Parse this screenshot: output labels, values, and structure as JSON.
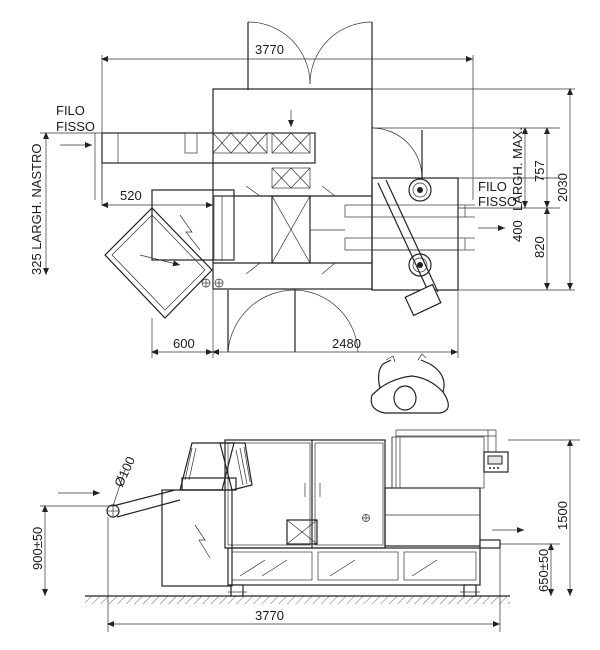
{
  "top_view": {
    "dim_total_width": "3770",
    "dim_520": "520",
    "dim_600": "600",
    "dim_2480": "2480",
    "dim_757": "757",
    "dim_820": "820",
    "dim_2030": "2030",
    "dim_400": "400",
    "label_fixed_wire_left_1": "FILO",
    "label_fixed_wire_left_2": "FISSO",
    "label_fixed_wire_right_1": "FILO",
    "label_fixed_wire_right_2": "FISSO",
    "label_belt_width": "325 LARGH. NASTRO",
    "label_max_width": "LARGH. MAX."
  },
  "side_view": {
    "dim_diameter": "Ø100",
    "dim_height_in": "900±50",
    "dim_height_out": "650±50",
    "dim_total_height": "1500",
    "dim_total_length": "3770"
  }
}
